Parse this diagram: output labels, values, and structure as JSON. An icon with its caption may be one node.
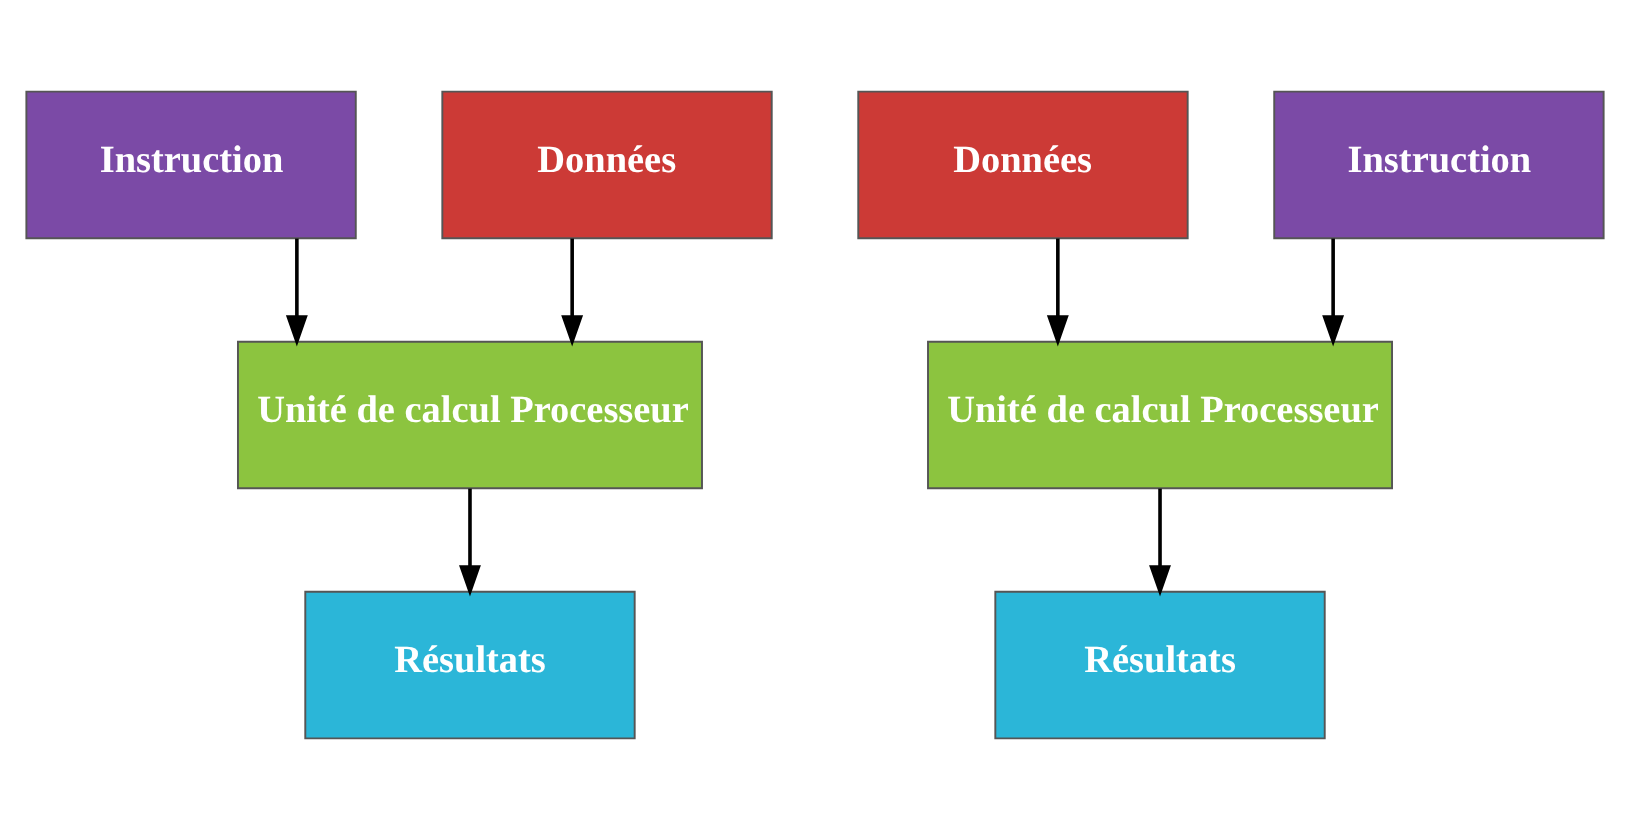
{
  "diagram": {
    "nodes": [
      {
        "text": [
          "Instruction"
        ]
      },
      {
        "text": [
          "Données"
        ]
      },
      {
        "text": [
          "Unité de calcul Processeur"
        ]
      },
      {
        "text": [
          "Résultats"
        ]
      },
      {
        "text": [
          "Données"
        ]
      },
      {
        "text": [
          "Instruction"
        ]
      },
      {
        "text": [
          "Unité de calcul Processeur"
        ]
      },
      {
        "text": [
          "Résultats"
        ]
      }
    ],
    "edges": [
      {
        "from": 0,
        "to": 2,
        "arrow": "to"
      },
      {
        "from": 1,
        "to": 2,
        "arrow": "to"
      },
      {
        "from": 2,
        "to": 3,
        "arrow": "to"
      },
      {
        "from": 4,
        "to": 6,
        "arrow": "to"
      },
      {
        "from": 5,
        "to": 6,
        "arrow": "to"
      },
      {
        "from": 6,
        "to": 7,
        "arrow": "to"
      }
    ]
  }
}
